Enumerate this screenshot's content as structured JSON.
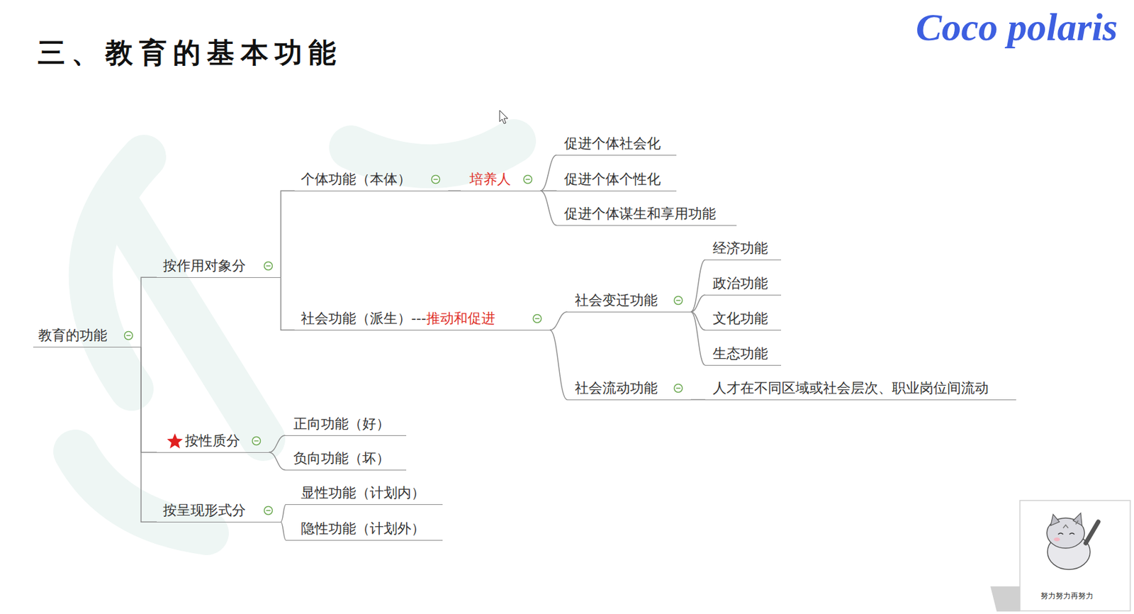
{
  "diagram": {
    "title": "三、教育的基本功能",
    "nodes": [
      {
        "text": [
          "教育的功能"
        ]
      },
      {
        "text": [
          "按作用对象分"
        ]
      },
      {
        "text": [
          "个体功能（本体）"
        ]
      },
      {
        "text": [
          "培养人"
        ]
      },
      {
        "text": [
          "促进个体社会化"
        ]
      },
      {
        "text": [
          "促进个体个性化"
        ]
      },
      {
        "text": [
          "促进个体谋生和享用功能"
        ]
      },
      {
        "text": [
          "社会功能（派生）---",
          "推动和促进"
        ]
      },
      {
        "text": [
          "社会变迁功能"
        ]
      },
      {
        "text": [
          "经济功能"
        ]
      },
      {
        "text": [
          "政治功能"
        ]
      },
      {
        "text": [
          "文化功能"
        ]
      },
      {
        "text": [
          "生态功能"
        ]
      },
      {
        "text": [
          "社会流动功能"
        ]
      },
      {
        "text": [
          "人才在不同区域或社会层次、职业岗位间流动"
        ]
      },
      {
        "text": [
          "按性质分"
        ]
      },
      {
        "text": [
          "正向功能（好）"
        ]
      },
      {
        "text": [
          "负向功能（坏）"
        ]
      },
      {
        "text": [
          "按呈现形式分"
        ]
      },
      {
        "text": [
          "显性功能（计划内）"
        ]
      },
      {
        "text": [
          "隐性功能（计划外）"
        ]
      }
    ],
    "edges": [
      {
        "from": 0,
        "to": 1,
        "arrow": "none"
      },
      {
        "from": 1,
        "to": 2,
        "arrow": "none"
      },
      {
        "from": 2,
        "to": 3,
        "arrow": "none"
      },
      {
        "from": 3,
        "to": 4,
        "arrow": "none"
      },
      {
        "from": 3,
        "to": 5,
        "arrow": "none"
      },
      {
        "from": 3,
        "to": 6,
        "arrow": "none"
      },
      {
        "from": 1,
        "to": 7,
        "arrow": "none"
      },
      {
        "from": 7,
        "to": 8,
        "arrow": "none"
      },
      {
        "from": 8,
        "to": 9,
        "arrow": "none"
      },
      {
        "from": 8,
        "to": 10,
        "arrow": "none"
      },
      {
        "from": 8,
        "to": 11,
        "arrow": "none"
      },
      {
        "from": 8,
        "to": 12,
        "arrow": "none"
      },
      {
        "from": 7,
        "to": 13,
        "arrow": "none"
      },
      {
        "from": 13,
        "to": 14,
        "arrow": "none"
      },
      {
        "from": 0,
        "to": 15,
        "arrow": "none"
      },
      {
        "from": 15,
        "to": 16,
        "arrow": "none"
      },
      {
        "from": 15,
        "to": 17,
        "arrow": "none"
      },
      {
        "from": 0,
        "to": 18,
        "arrow": "none"
      },
      {
        "from": 18,
        "to": 19,
        "arrow": "none"
      },
      {
        "from": 18,
        "to": 20,
        "arrow": "none"
      }
    ],
    "labels": [
      "Coco polaris",
      "努力努力再努力"
    ]
  }
}
